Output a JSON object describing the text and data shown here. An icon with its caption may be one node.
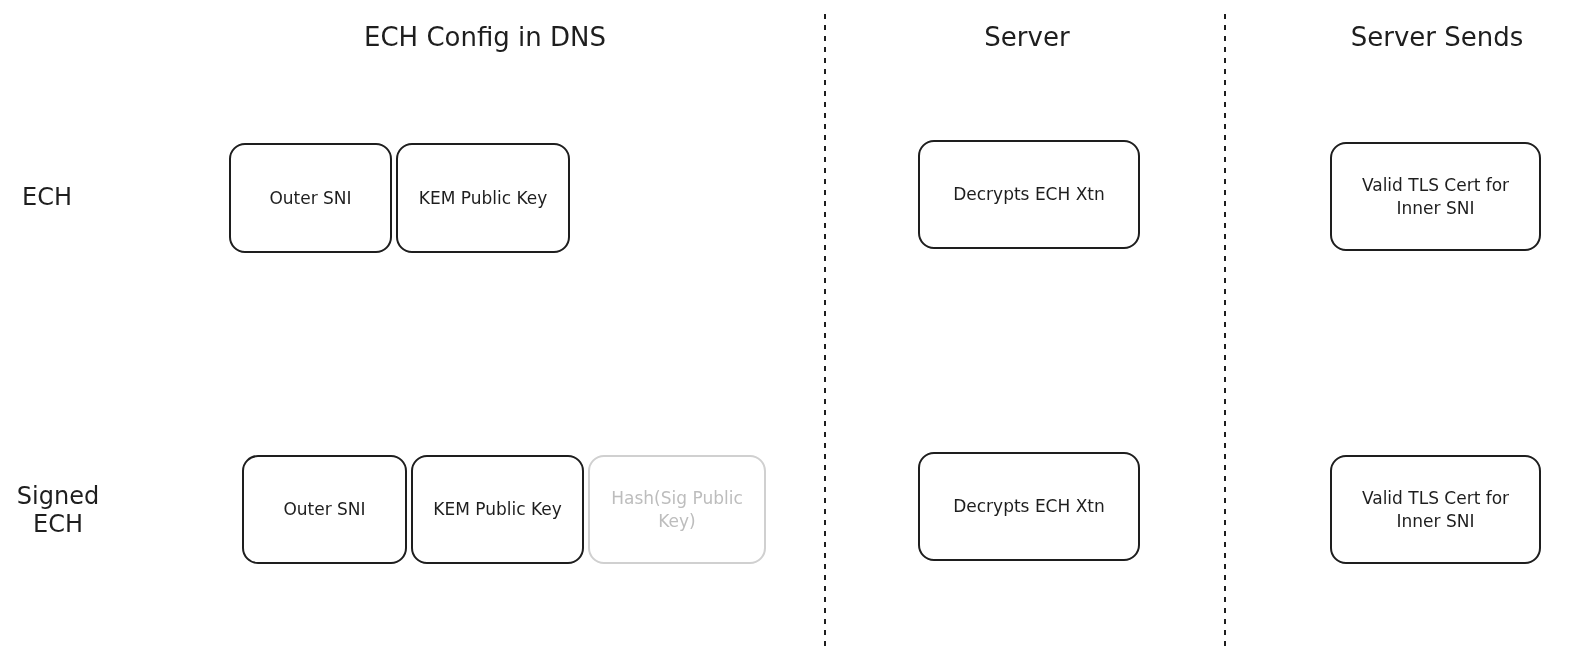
{
  "diagram": {
    "nodes": [
      {
        "text": [
          "Outer SNI"
        ]
      },
      {
        "text": [
          "KEM Public Key"
        ]
      },
      {
        "text": [
          "Outer SNI"
        ]
      },
      {
        "text": [
          "KEM Public Key"
        ]
      },
      {
        "text": [
          "Hash(Sig Public Key)"
        ]
      },
      {
        "text": [
          "Decrypts ECH Xtn"
        ]
      },
      {
        "text": [
          "Decrypts ECH Xtn"
        ]
      },
      {
        "text": [
          "Valid TLS Cert for Inner SNI"
        ]
      },
      {
        "text": [
          "Valid TLS Cert for Inner SNI"
        ]
      }
    ],
    "labels": [
      "ECH Config in DNS",
      "Server",
      "Server Sends",
      "ECH",
      "Signed ECH"
    ]
  }
}
